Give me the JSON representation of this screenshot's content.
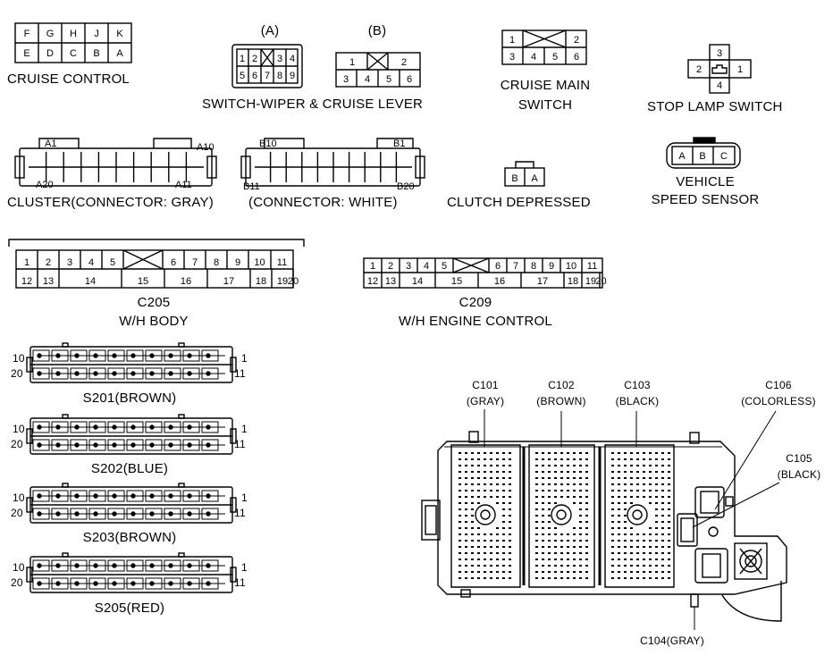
{
  "cruise_control": {
    "title": "CRUISE CONTROL",
    "row1": [
      "F",
      "G",
      "H",
      "J",
      "K"
    ],
    "row2": [
      "E",
      "D",
      "C",
      "B",
      "A"
    ]
  },
  "switch_wiper": {
    "title": "SWITCH-WIPER & CRUISE LEVER",
    "a_label": "(A)",
    "b_label": "(B)",
    "a_row1": [
      "1",
      "2",
      "3",
      "4"
    ],
    "a_row2": [
      "5",
      "6",
      "7",
      "8",
      "9"
    ],
    "b_row1": [
      "1",
      "2"
    ],
    "b_row2": [
      "3",
      "4",
      "5",
      "6"
    ]
  },
  "cruise_main": {
    "title_line1": "CRUISE MAIN",
    "title_line2": "SWITCH",
    "row1": [
      "1",
      "2"
    ],
    "row2": [
      "3",
      "4",
      "5",
      "6"
    ]
  },
  "stop_lamp": {
    "title": "STOP LAMP SWITCH",
    "pins": [
      "3",
      "2",
      "1",
      "4"
    ]
  },
  "cluster_gray": {
    "title": "CLUSTER(CONNECTOR: GRAY)",
    "pin_a1": "A1",
    "pin_a10": "A10",
    "pin_a20": "A20",
    "pin_a11": "A11"
  },
  "cluster_white": {
    "title": "(CONNECTOR: WHITE)",
    "pin_b10": "B10",
    "pin_b1": "B1",
    "pin_b11": "B11",
    "pin_b20": "B20"
  },
  "clutch": {
    "title": "CLUTCH DEPRESSED",
    "pins": [
      "B",
      "A"
    ]
  },
  "vss": {
    "title_line1": "VEHICLE",
    "title_line2": "SPEED SENSOR",
    "pins": [
      "A",
      "B",
      "C"
    ]
  },
  "c205": {
    "title_line1": "C205",
    "title_line2": "W/H BODY",
    "row1": [
      "1",
      "2",
      "3",
      "4",
      "5",
      "6",
      "7",
      "8",
      "9",
      "10",
      "11"
    ],
    "row2": [
      "12",
      "13",
      "14",
      "15",
      "16",
      "17",
      "18",
      "19",
      "20"
    ]
  },
  "c209": {
    "title_line1": "C209",
    "title_line2": "W/H ENGINE CONTROL",
    "row1": [
      "1",
      "2",
      "3",
      "4",
      "5",
      "6",
      "7",
      "8",
      "9",
      "10",
      "11"
    ],
    "row2": [
      "12",
      "13",
      "14",
      "15",
      "16",
      "17",
      "18",
      "19",
      "20"
    ]
  },
  "splices": [
    {
      "title": "S201(BROWN)",
      "pin_top_left": "10",
      "pin_bottom_left": "20",
      "pin_top_right": "1",
      "pin_bottom_right": "11"
    },
    {
      "title": "S202(BLUE)",
      "pin_top_left": "10",
      "pin_bottom_left": "20",
      "pin_top_right": "1",
      "pin_bottom_right": "11"
    },
    {
      "title": "S203(BROWN)",
      "pin_top_left": "10",
      "pin_bottom_left": "20",
      "pin_top_right": "1",
      "pin_bottom_right": "11"
    },
    {
      "title": "S205(RED)",
      "pin_top_left": "10",
      "pin_bottom_left": "20",
      "pin_top_right": "1",
      "pin_bottom_right": "11"
    }
  ],
  "pcm": {
    "c101_line1": "C101",
    "c101_line2": "(GRAY)",
    "c102_line1": "C102",
    "c102_line2": "(BROWN)",
    "c103_line1": "C103",
    "c103_line2": "(BLACK)",
    "c106_line1": "C106",
    "c106_line2": "(COLORLESS)",
    "c105_line1": "C105",
    "c105_line2": "(BLACK)",
    "c104": "C104(GRAY)"
  }
}
